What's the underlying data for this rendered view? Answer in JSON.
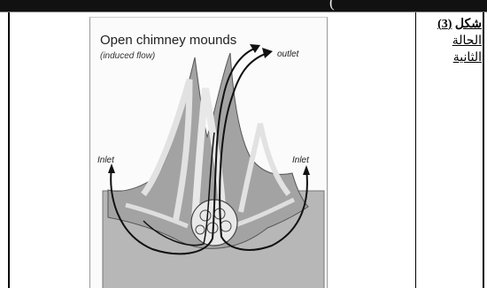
{
  "header": {
    "glyph": "("
  },
  "caption": {
    "figure_word": "شكل",
    "figure_number": "(3)",
    "label": "الحالة الثانية"
  },
  "figure": {
    "title": "Open chimney mounds",
    "subtitle": "(induced flow)",
    "outlet_label": "outlet",
    "inlet_left_label": "Inlet",
    "inlet_right_label": "Inlet"
  },
  "colors": {
    "ground": "#b7b7b7",
    "mound": "#9c9c9c",
    "mound_light": "#dcdcdc",
    "arrow": "#111111"
  }
}
